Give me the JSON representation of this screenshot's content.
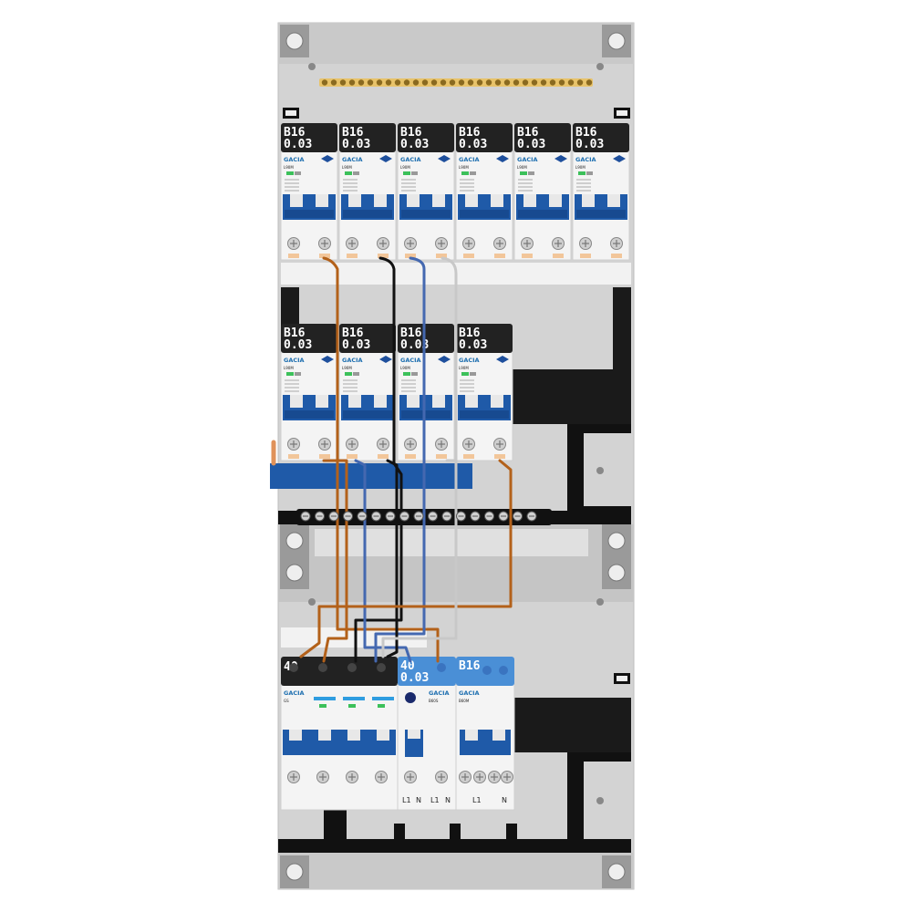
{
  "panel": {
    "brand": "GACIA",
    "rows": [
      {
        "devices": [
          {
            "rating": "B16",
            "sensitivity": "0.03",
            "model": "L90M"
          },
          {
            "rating": "B16",
            "sensitivity": "0.03",
            "model": "L90M"
          },
          {
            "rating": "B16",
            "sensitivity": "0.03",
            "model": "L90M"
          },
          {
            "rating": "B16",
            "sensitivity": "0.03",
            "model": "L90M"
          },
          {
            "rating": "B16",
            "sensitivity": "0.03",
            "model": "L90M"
          },
          {
            "rating": "B16",
            "sensitivity": "0.03",
            "model": "L90M"
          }
        ]
      },
      {
        "devices": [
          {
            "rating": "B16",
            "sensitivity": "0.03",
            "model": "L90M"
          },
          {
            "rating": "B16",
            "sensitivity": "0.03",
            "model": "L90M"
          },
          {
            "rating": "B16",
            "sensitivity": "0.03",
            "model": "L90M"
          },
          {
            "rating": "B16",
            "sensitivity": "0.03",
            "model": "L90M"
          }
        ]
      }
    ],
    "bottom": {
      "main_switch": {
        "rating": "40",
        "model": "GS"
      },
      "rcd": {
        "rating": "40",
        "sensitivity": "0.03",
        "model": "B60S"
      },
      "mcb": {
        "rating": "B16",
        "model": "B60M"
      },
      "terminal_labels": [
        "L1",
        "N",
        "L1",
        "N",
        "L1",
        "N"
      ]
    }
  },
  "colors": {
    "enclosure": "#d6d6d6",
    "label_black": "#222222",
    "label_blue": "#4a8fd6",
    "breaker_blue": "#1f5aa8",
    "wire_brown": "#b3611a",
    "wire_blue": "#4468b0",
    "wire_black": "#111111",
    "wire_grey": "#c8c8c8"
  }
}
